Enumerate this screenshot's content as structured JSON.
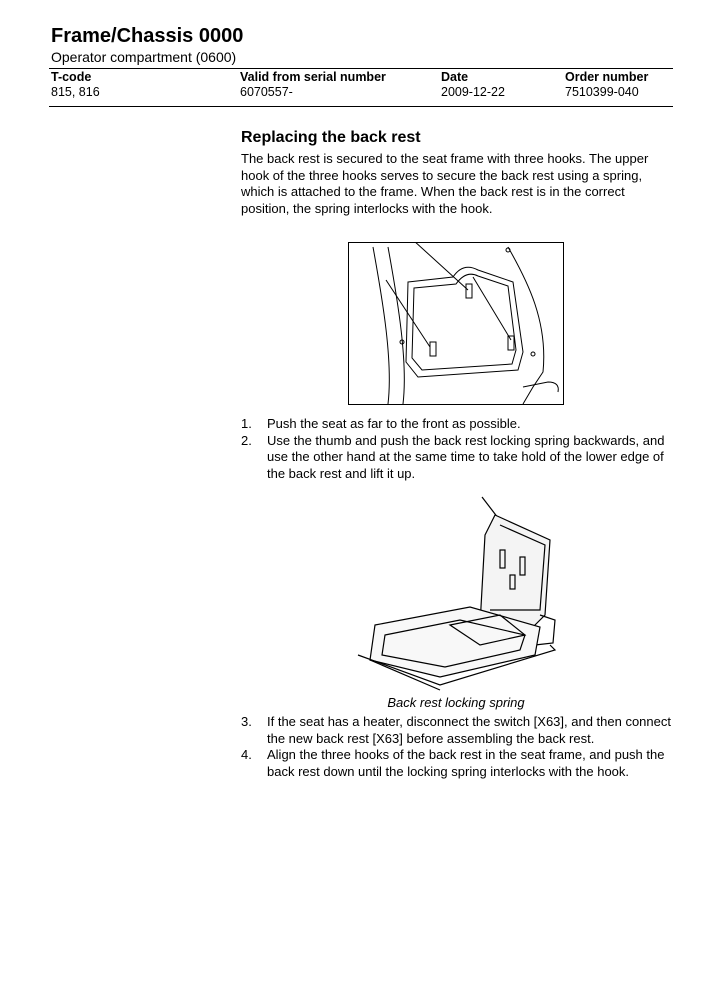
{
  "header": {
    "title": "Frame/Chassis 0000",
    "subtitle": "Operator compartment (0600)",
    "columns": [
      {
        "label": "T-code",
        "value": "815, 816"
      },
      {
        "label": "Valid from serial number",
        "value": "6070557-"
      },
      {
        "label": "Date",
        "value": "2009-12-22"
      },
      {
        "label": "Order number",
        "value": "7510399-040"
      }
    ]
  },
  "section": {
    "heading": "Replacing the back rest",
    "intro": "The back rest is secured to the seat frame with three hooks. The upper hook of the three hooks serves to secure the back rest using a spring, which is attached to the frame. When the back rest is in the correct position, the spring interlocks with the hook.",
    "steps_a": [
      {
        "num": "1.",
        "text": "Push the seat as far to the front as possible."
      },
      {
        "num": "2.",
        "text": "Use the thumb and push the back rest locking spring  backwards, and use the other hand at the same time to take hold of the lower edge of the back rest and lift it up."
      }
    ],
    "figure2_caption": "Back rest locking spring",
    "steps_b": [
      {
        "num": "3.",
        "text": "If the seat has a heater, disconnect the switch [X63], and then connect the new back rest [X63] before assembling the back rest."
      },
      {
        "num": "4.",
        "text": "Align the three hooks of the back rest in the seat frame, and push the back rest down until the locking spring interlocks with the hook."
      }
    ]
  }
}
